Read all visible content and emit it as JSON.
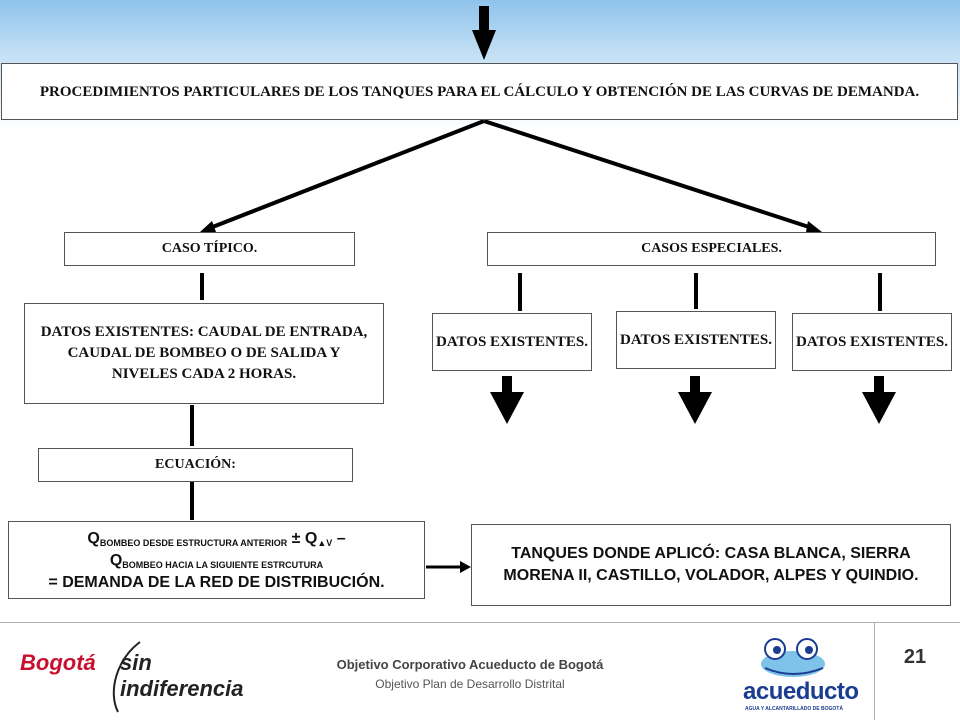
{
  "title": "PROCEDIMIENTOS PARTICULARES DE LOS TANQUES PARA EL CÁLCULO Y OBTENCIÓN DE LAS CURVAS DE DEMANDA.",
  "left_branch": {
    "label": "CASO TÍPICO.",
    "data": "DATOS EXISTENTES: CAUDAL DE ENTRADA, CAUDAL DE BOMBEO O DE SALIDA Y NIVELES CADA 2 HORAS.",
    "equation_label": "ECUACIÓN:"
  },
  "formula": {
    "q1": "Q",
    "q1_sub": "BOMBEO DESDE ESTRUCTURA ANTERIOR",
    "op1": " ± Q",
    "q2_sub": "▲V",
    "op2": " –",
    "q3": "Q",
    "q3_sub": "BOMBEO HACIA LA SIGUIENTE ESTRCUTURA",
    "result": "= DEMANDA DE LA RED DE DISTRIBUCIÓN."
  },
  "right_branch": {
    "label": "CASOS ESPECIALES.",
    "data_items": [
      "DATOS EXISTENTES.",
      "DATOS EXISTENTES.",
      "DATOS EXISTENTES."
    ]
  },
  "tanks_applied": "TANQUES DONDE APLICÓ: CASA BLANCA, SIERRA MORENA II, CASTILLO, VOLADOR, ALPES Y QUINDIO.",
  "footer": {
    "org_line1": "Objetivo Corporativo Acueducto de Bogotá",
    "org_line2": "Objetivo Plan de Desarrollo Distrital",
    "page_number": "21",
    "logo_left_part1": "Bogotá",
    "logo_left_part2": "sin indiferencia",
    "logo_right": "acueducto",
    "logo_right_tagline": "AGUA Y ALCANTARILLADO DE BOGOTÁ"
  },
  "colors": {
    "sky_top": "#8fc3ec",
    "arrow": "#000000",
    "logo_red": "#c8102e",
    "logo_blue": "#1a3d8f"
  }
}
